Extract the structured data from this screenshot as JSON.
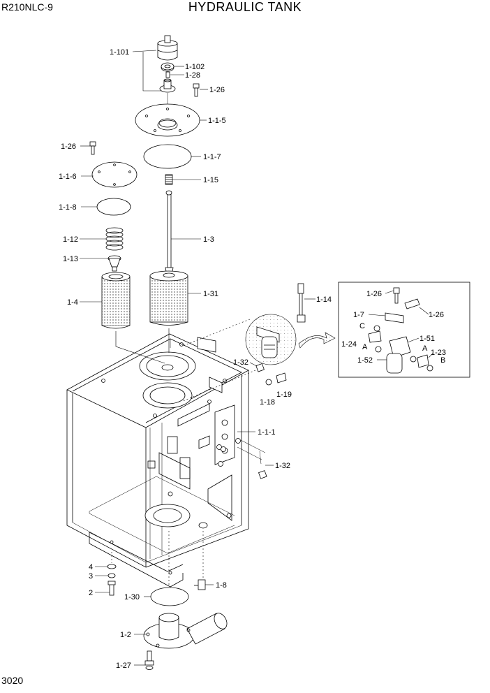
{
  "header": {
    "model": "R210NLC-9",
    "title": "HYDRAULIC TANK"
  },
  "footer": {
    "page_number": "3020"
  },
  "callouts": {
    "c_1_101": "1-101",
    "c_1_102": "1-102",
    "c_1_28": "1-28",
    "c_1_26_top": "1-26",
    "c_1_1_5": "1-1-5",
    "c_1_26_left": "1-26",
    "c_1_1_7": "1-1-7",
    "c_1_1_6": "1-1-6",
    "c_1_15": "1-15",
    "c_1_1_8": "1-1-8",
    "c_1_12": "1-12",
    "c_1_3": "1-3",
    "c_1_13": "1-13",
    "c_1_4": "1-4",
    "c_1_31": "1-31",
    "c_1_14": "1-14",
    "c_1_32_upper": "1-32",
    "c_1_18": "1-18",
    "c_1_19": "1-19",
    "c_1_1_1": "1-1-1",
    "c_1_32_lower": "1-32",
    "c_4": "4",
    "c_3": "3",
    "c_2": "2",
    "c_1_30": "1-30",
    "c_1_8": "1-8",
    "c_1_2": "1-2",
    "c_1_27": "1-27"
  },
  "detail": {
    "c_1_26_a": "1-26",
    "c_1_26_b": "1-26",
    "c_1_7": "1-7",
    "c_C": "C",
    "c_1_24": "1-24",
    "c_A_left": "A",
    "c_1_51": "1-51",
    "c_A_right": "A",
    "c_1_23": "1-23",
    "c_B": "B",
    "c_1_52": "1-52"
  }
}
